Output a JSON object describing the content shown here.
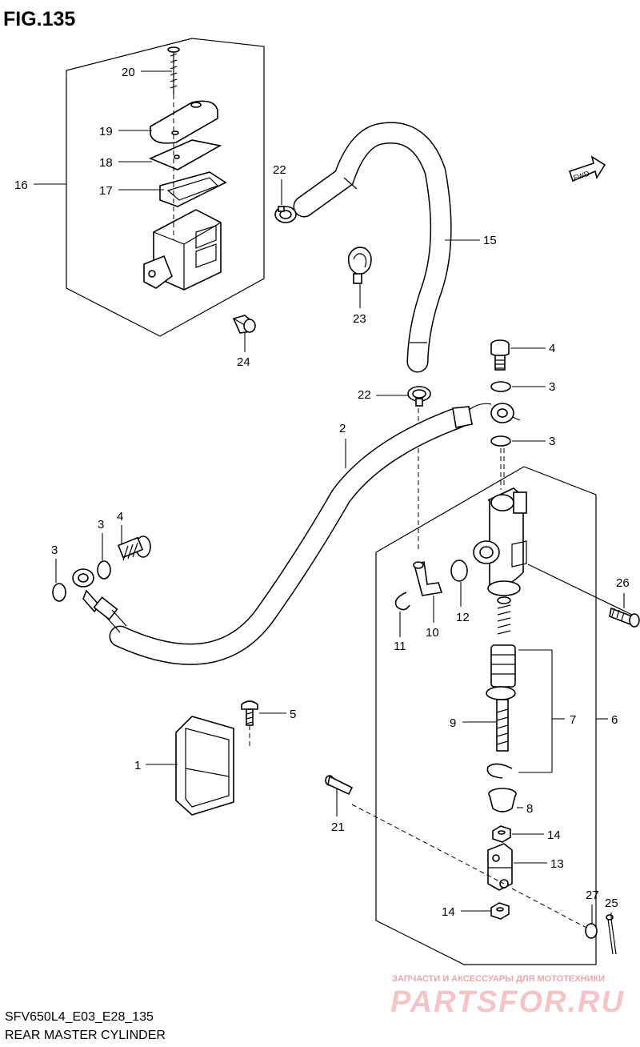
{
  "figure_title": "FIG.135",
  "model_code": "SFV650L4_E03_E28_135",
  "diagram_title": "REAR MASTER CYLINDER",
  "direction_badge": "FWD",
  "watermark": {
    "tagline": "ЗАПЧАСТИ И АКСЕССУАРЫ ДЛЯ МОТОТЕХНИКИ",
    "brand": "PARTSFOR.RU"
  },
  "callouts": [
    {
      "id": "c20",
      "number": "20"
    },
    {
      "id": "c19",
      "number": "19"
    },
    {
      "id": "c18",
      "number": "18"
    },
    {
      "id": "c17",
      "number": "17"
    },
    {
      "id": "c16",
      "number": "16"
    },
    {
      "id": "c24",
      "number": "24"
    },
    {
      "id": "c22a",
      "number": "22"
    },
    {
      "id": "c15",
      "number": "15"
    },
    {
      "id": "c23",
      "number": "23"
    },
    {
      "id": "c22b",
      "number": "22"
    },
    {
      "id": "c4a",
      "number": "4"
    },
    {
      "id": "c3a",
      "number": "3"
    },
    {
      "id": "c3b",
      "number": "3"
    },
    {
      "id": "c2",
      "number": "2"
    },
    {
      "id": "c3c",
      "number": "3"
    },
    {
      "id": "c4b",
      "number": "4"
    },
    {
      "id": "c3d",
      "number": "3"
    },
    {
      "id": "c26",
      "number": "26"
    },
    {
      "id": "c11",
      "number": "11"
    },
    {
      "id": "c10",
      "number": "10"
    },
    {
      "id": "c12",
      "number": "12"
    },
    {
      "id": "c5",
      "number": "5"
    },
    {
      "id": "c9",
      "number": "9"
    },
    {
      "id": "c7",
      "number": "7"
    },
    {
      "id": "c6",
      "number": "6"
    },
    {
      "id": "c1",
      "number": "1"
    },
    {
      "id": "c8",
      "number": "8"
    },
    {
      "id": "c21",
      "number": "21"
    },
    {
      "id": "c14a",
      "number": "14"
    },
    {
      "id": "c13",
      "number": "13"
    },
    {
      "id": "c27",
      "number": "27"
    },
    {
      "id": "c25",
      "number": "25"
    },
    {
      "id": "c14b",
      "number": "14"
    }
  ]
}
